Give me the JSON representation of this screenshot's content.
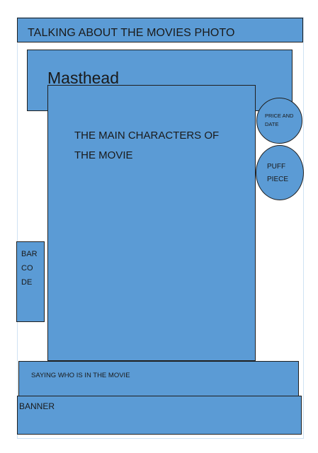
{
  "layout": {
    "header_text": "TALKING ABOUT THE MOVIES PHOTO",
    "masthead": "Masthead",
    "main_image": "THE MAIN CHARACTERS OF THE MOVIE",
    "price_and_date": "PRICE AND DATE",
    "puff_piece": "PUFF PIECE",
    "barcode": "BAR CO DE",
    "cast_line": "SAYING WHO IS IN THE MOVIE",
    "banner": "BANNER"
  },
  "colors": {
    "box_fill": "#5b9bd5",
    "box_border": "#1f1f1f",
    "page_guide": "#cfe2f3"
  }
}
